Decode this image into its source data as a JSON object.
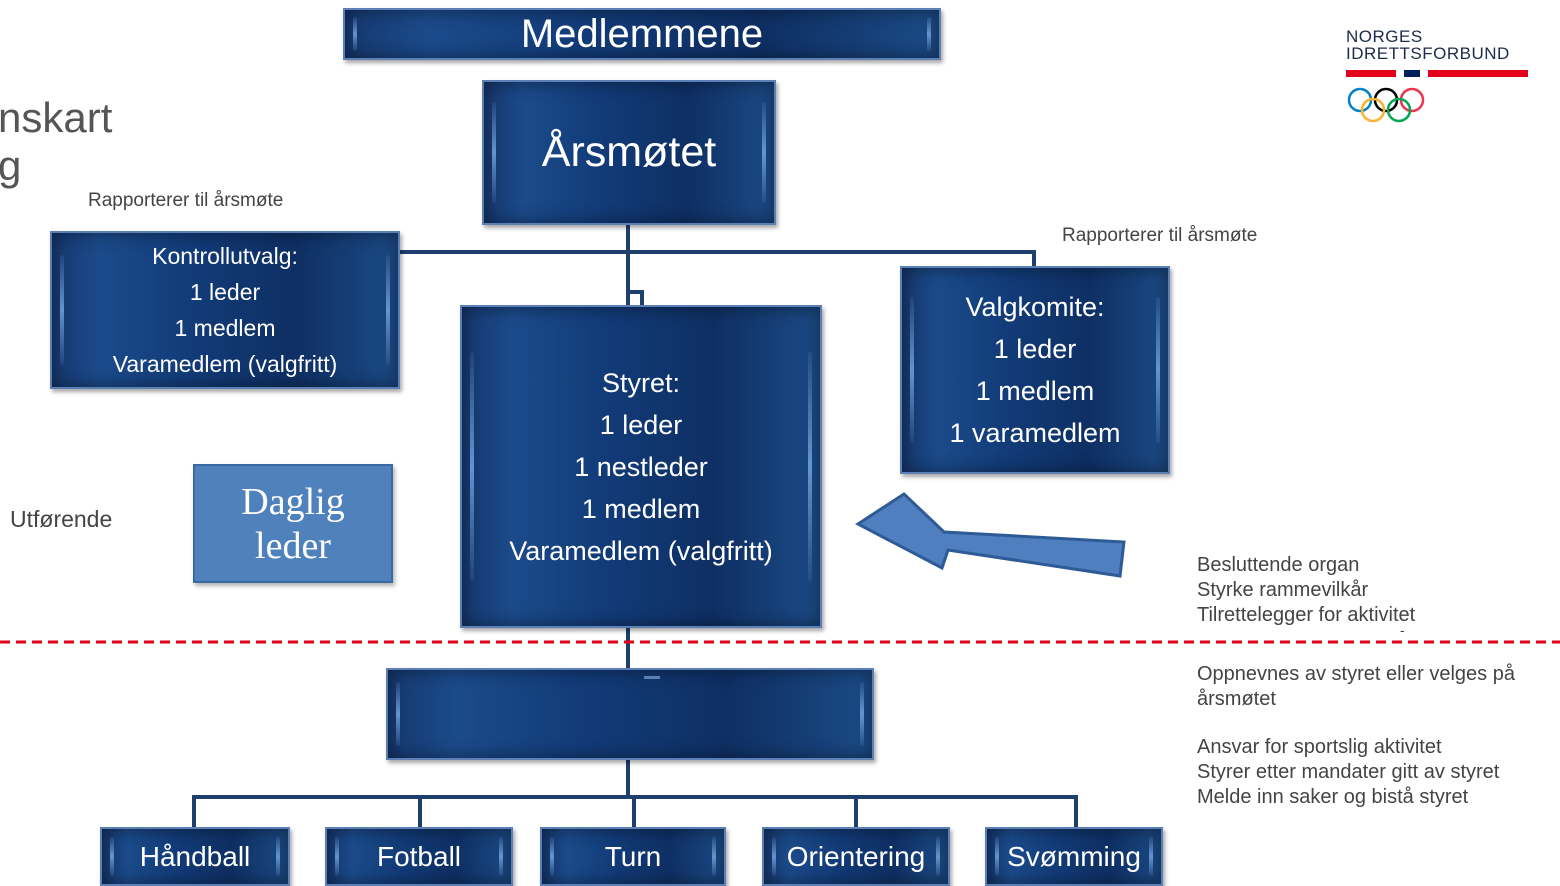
{
  "slide": {
    "title_fragment_lines": [
      "nskart",
      "g"
    ],
    "utforende": "Utførende",
    "rapporterer_left": "Rapporterer til årsmøte",
    "rapporterer_right": "Rapporterer til årsmøte"
  },
  "logo": {
    "line1": "NORGES",
    "line2": "IDRETTSFORBUND",
    "colors": {
      "red": "#e3001b",
      "blue": "#00205b"
    }
  },
  "org": {
    "medlemmene": "Medlemmene",
    "arsmotet": "Årsmøtet",
    "kontrollutvalg": [
      "Kontrollutvalg:",
      "1 leder",
      "1 medlem",
      "Varamedlem (valgfritt)"
    ],
    "styret": [
      "Styret:",
      "1 leder",
      "1 nestleder",
      "1 medlem",
      "Varamedlem (valgfritt)"
    ],
    "valgkomite": [
      "Valgkomite:",
      "1 leder",
      "1 medlem",
      "1 varamedlem"
    ],
    "daglig_leder": [
      "Daglig",
      "leder"
    ],
    "sport_committee_label": "",
    "branches": [
      "Håndball",
      "Fotball",
      "Turn",
      "Orientering",
      "Svømming"
    ]
  },
  "side_notes": {
    "styret_roles": [
      "Besluttende organ",
      "Styrke rammevilkår",
      "Tilrettelegger for aktivitet"
    ],
    "dash_marker": "-",
    "utvalg_appointment": [
      "Oppnevnes av styret eller velges på",
      "årsmøtet"
    ],
    "utvalg_roles": [
      "Ansvar for sportslig aktivitet",
      "Styrer etter mandater gitt av styret",
      "Melde inn saker og bistå styret"
    ]
  },
  "colors": {
    "box_fill": "#123b78",
    "daglig_fill": "#4f81bd",
    "divider": "#e3001b"
  }
}
